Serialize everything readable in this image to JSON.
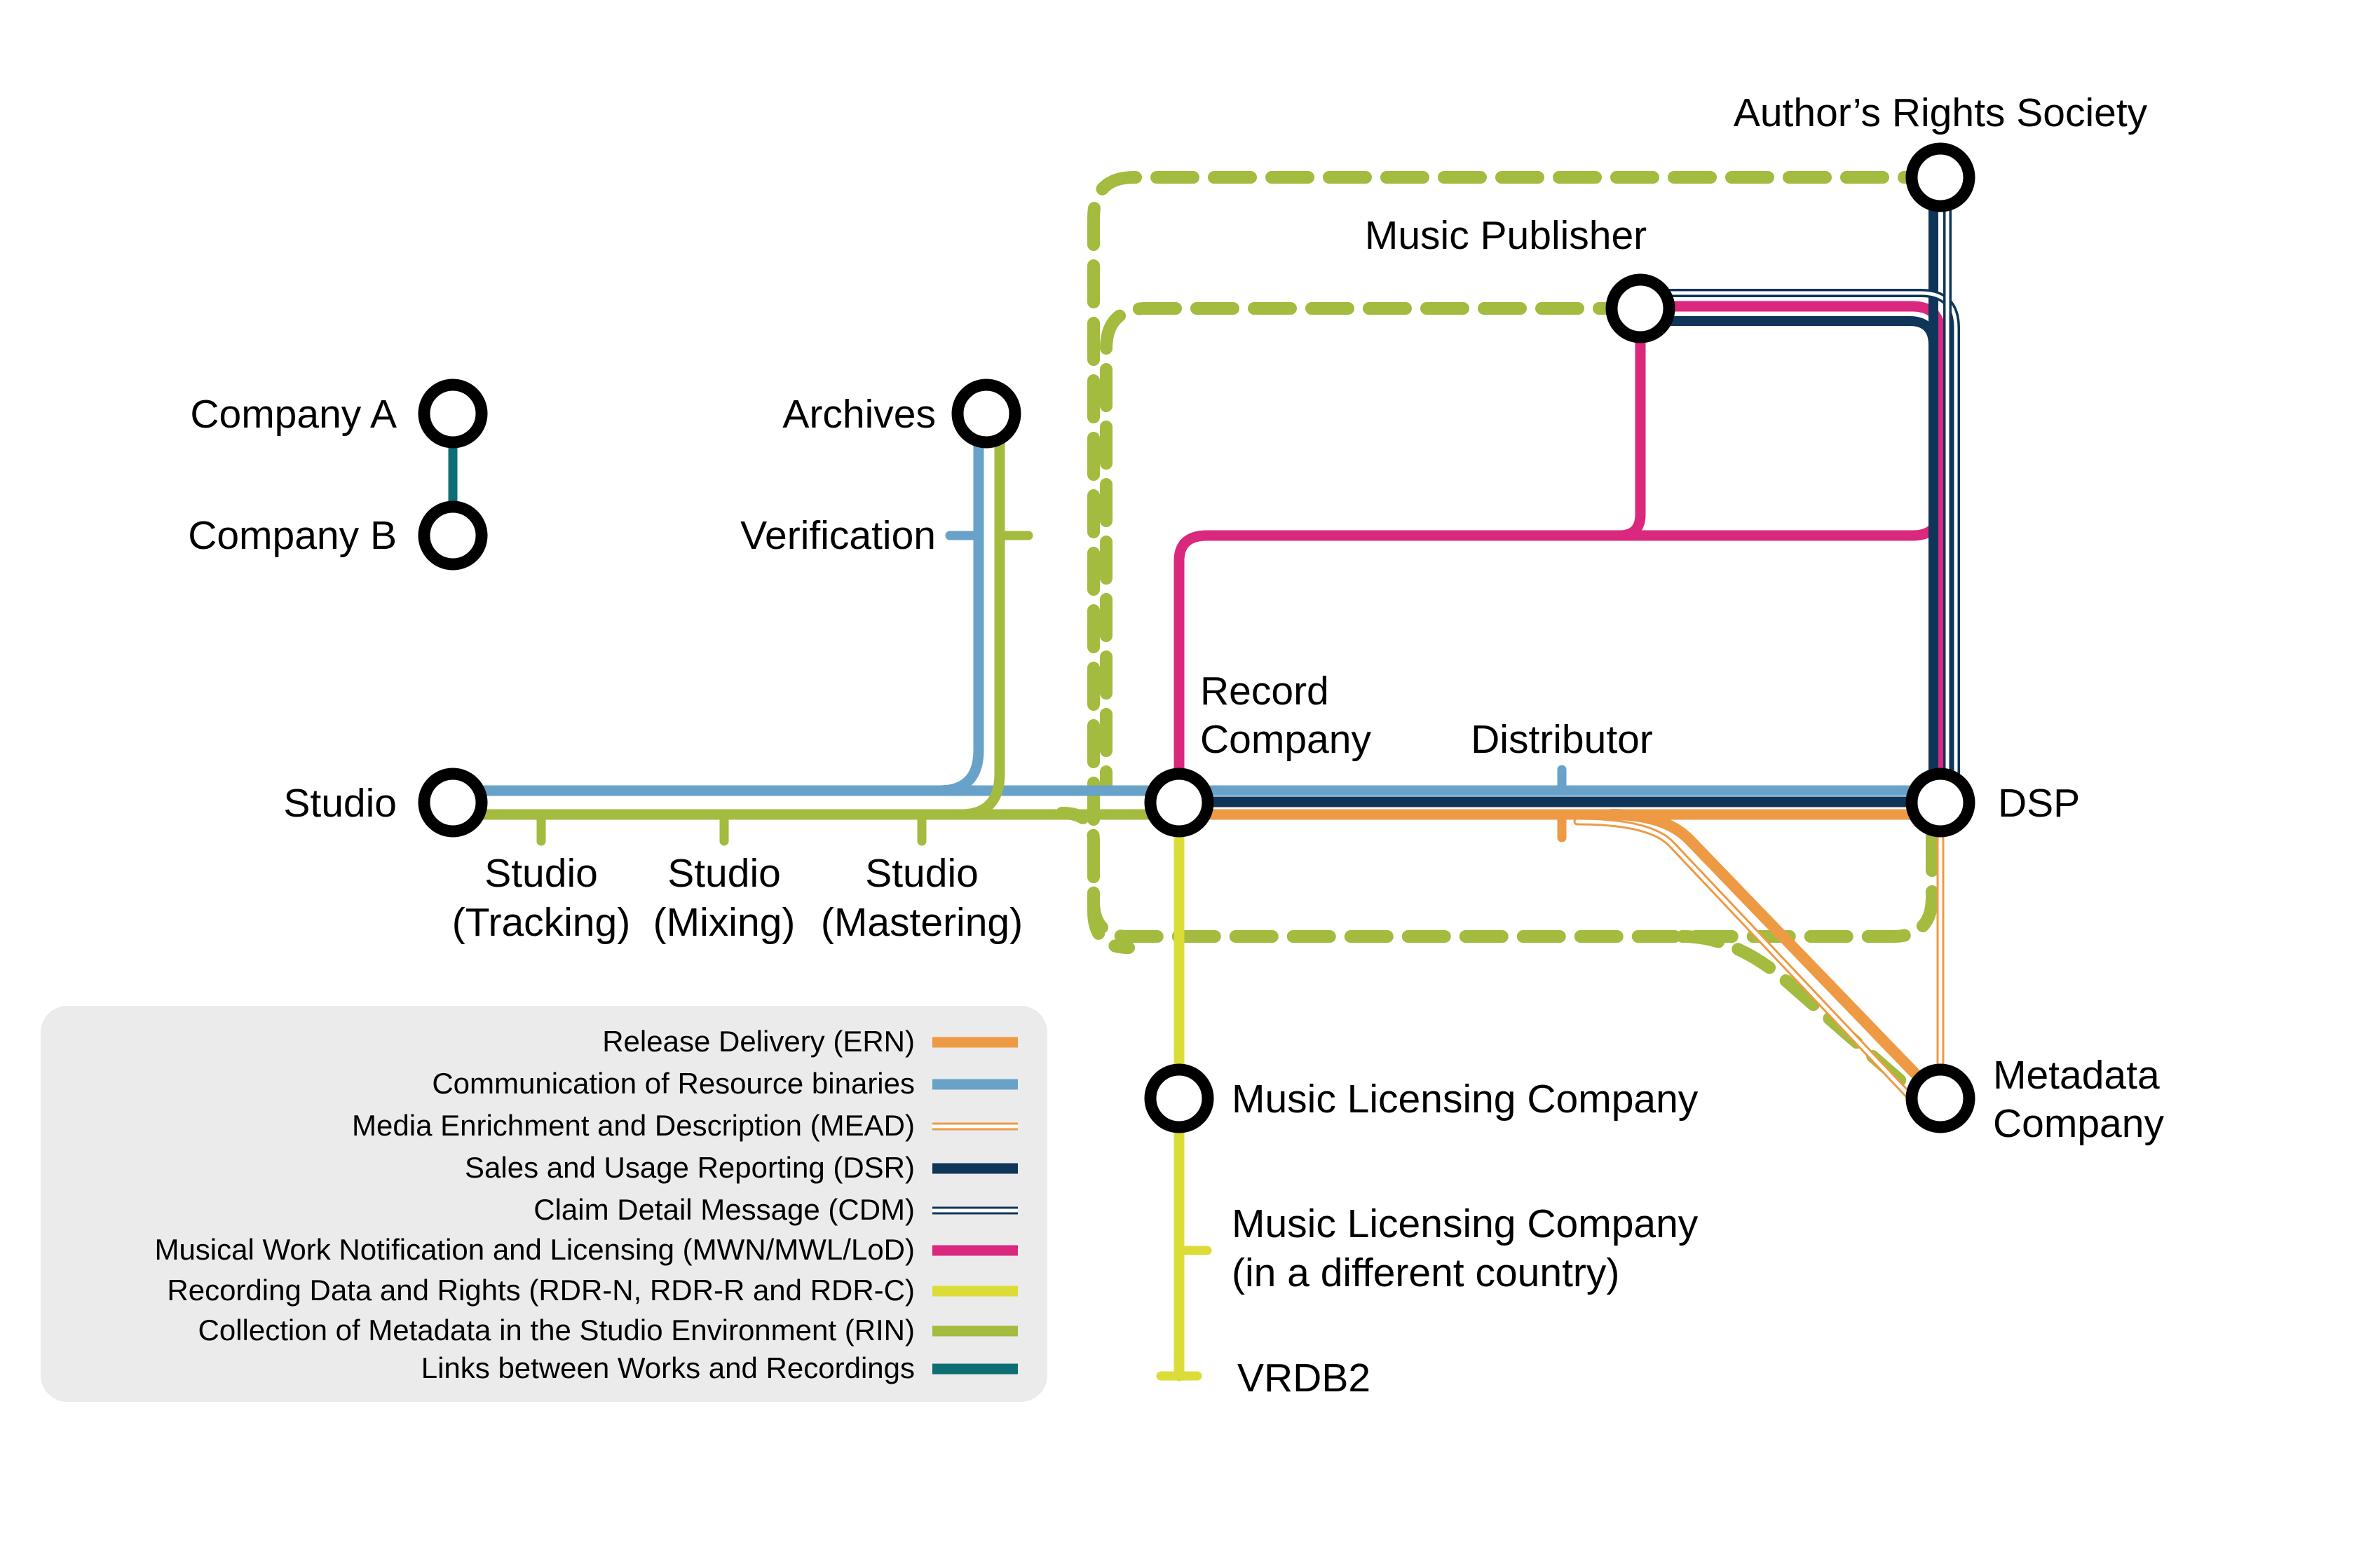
{
  "colors": {
    "ern": "#EE9A45",
    "resource": "#68A2C9",
    "mead": "#EE9A45",
    "dsr": "#0F3559",
    "cdm": "#0F3559",
    "mwn": "#D9287E",
    "rdr": "#DCDC38",
    "rin": "#A3BB3E",
    "links": "#0D6E73",
    "legend_bg": "#EBEBEB"
  },
  "nodes": {
    "authors_rights_society": "Author’s Rights Society",
    "music_publisher": "Music Publisher",
    "company_a": "Company A",
    "company_b": "Company B",
    "archives": "Archives",
    "verification": "Verification",
    "record_company_line1": "Record",
    "record_company_line2": "Company",
    "distributor": "Distributor",
    "studio": "Studio",
    "dsp": "DSP",
    "studio_tracking_line1": "Studio",
    "studio_tracking_line2": "(Tracking)",
    "studio_mixing_line1": "Studio",
    "studio_mixing_line2": "(Mixing)",
    "studio_mastering_line1": "Studio",
    "studio_mastering_line2": "(Mastering)",
    "music_licensing_company": "Music Licensing Company",
    "music_licensing_foreign_line1": "Music Licensing Company",
    "music_licensing_foreign_line2": "(in a different country)",
    "metadata_company_line1": "Metadata",
    "metadata_company_line2": "Company",
    "vrdb2": "VRDB2"
  },
  "legend": [
    {
      "label": "Release Delivery (ERN)",
      "color": "#EE9A45",
      "style": "solid"
    },
    {
      "label": "Communication of Resource binaries",
      "color": "#68A2C9",
      "style": "solid"
    },
    {
      "label": "Media Enrichment and Description (MEAD)",
      "color": "#EE9A45",
      "style": "double"
    },
    {
      "label": "Sales and Usage Reporting (DSR)",
      "color": "#0F3559",
      "style": "solid"
    },
    {
      "label": "Claim Detail Message (CDM)",
      "color": "#0F3559",
      "style": "double"
    },
    {
      "label": "Musical Work Notification and Licensing (MWN/MWL/LoD)",
      "color": "#D9287E",
      "style": "solid"
    },
    {
      "label": "Recording Data and Rights (RDR-N, RDR-R and RDR-C)",
      "color": "#DCDC38",
      "style": "solid"
    },
    {
      "label": "Collection of Metadata in the Studio Environment (RIN)",
      "color": "#A3BB3E",
      "style": "solid"
    },
    {
      "label": "Links between Works and Recordings",
      "color": "#0D6E73",
      "style": "solid"
    }
  ]
}
